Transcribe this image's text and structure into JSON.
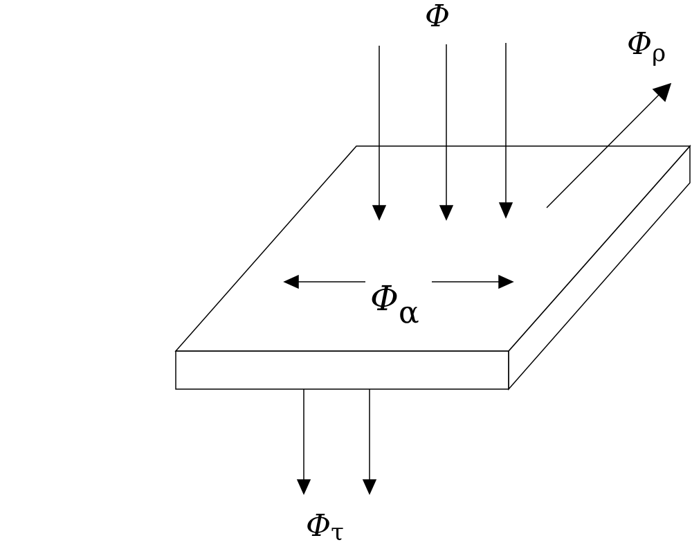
{
  "labels": {
    "incident": {
      "symbol": "Φ",
      "subscript": ""
    },
    "reflected": {
      "symbol": "Φ",
      "subscript": "ρ"
    },
    "absorbed": {
      "symbol": "Φ",
      "subscript": "α"
    },
    "transmitted": {
      "symbol": "Φ",
      "subscript": "τ"
    }
  },
  "colors": {
    "line": "#000000",
    "background": "#ffffff"
  }
}
